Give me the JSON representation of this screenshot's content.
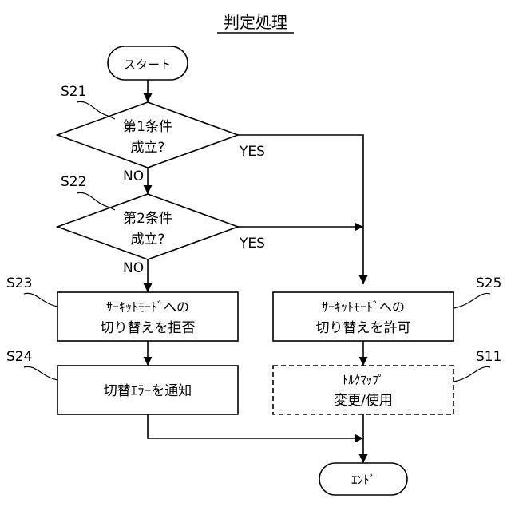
{
  "title": "判定処理",
  "nodes": {
    "start": "スタート",
    "d1_line1": "第1条件",
    "d1_line2": "成立?",
    "d2_line1": "第2条件",
    "d2_line2": "成立?",
    "s23_line1": "ｻｰｷｯﾄﾓｰﾄﾞへの",
    "s23_line2": "切り替えを拒否",
    "s24": "切替ｴﾗｰを通知",
    "s25_line1": "ｻｰｷｯﾄﾓｰﾄﾞへの",
    "s25_line2": "切り替えを許可",
    "s11_line1": "ﾄﾙｸﾏｯﾌﾟ",
    "s11_line2": "変更/使用",
    "end": "ｴﾝﾄﾞ"
  },
  "edge_labels": {
    "d1_yes": "YES",
    "d1_no": "NO",
    "d2_yes": "YES",
    "d2_no": "NO"
  },
  "step_labels": {
    "s21": "S21",
    "s22": "S22",
    "s23": "S23",
    "s24": "S24",
    "s25": "S25",
    "s11": "S11"
  }
}
